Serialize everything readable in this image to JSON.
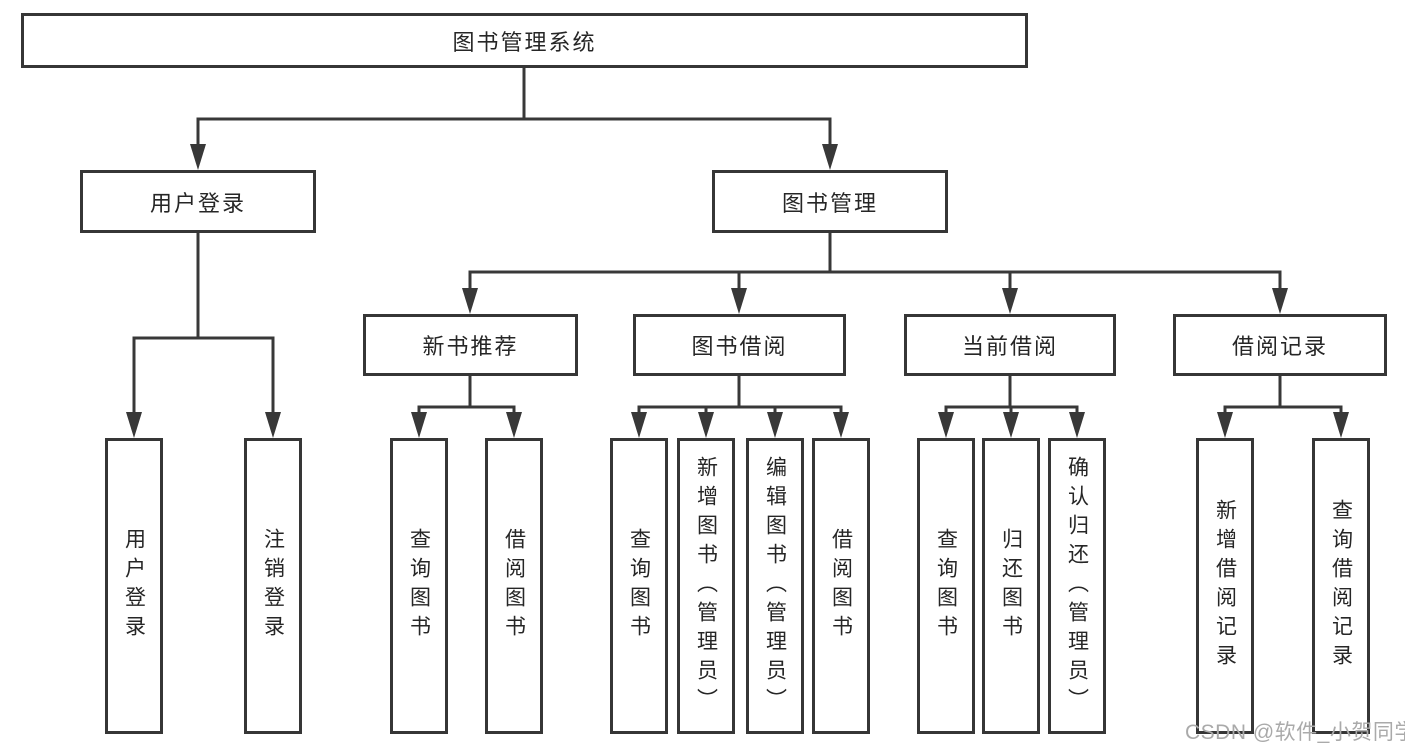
{
  "diagram": {
    "title": "图书管理系统",
    "root": {
      "label": "图书管理系统"
    },
    "level2": [
      {
        "label": "用户登录"
      },
      {
        "label": "图书管理"
      }
    ],
    "level3": [
      {
        "label": "新书推荐",
        "parent": "图书管理"
      },
      {
        "label": "图书借阅",
        "parent": "图书管理"
      },
      {
        "label": "当前借阅",
        "parent": "图书管理"
      },
      {
        "label": "借阅记录",
        "parent": "图书管理"
      }
    ],
    "leaves": [
      {
        "label": "用户登录",
        "parent": "用户登录"
      },
      {
        "label": "注销登录",
        "parent": "用户登录"
      },
      {
        "label": "查询图书",
        "parent": "新书推荐"
      },
      {
        "label": "借阅图书",
        "parent": "新书推荐"
      },
      {
        "label": "查询图书",
        "parent": "图书借阅"
      },
      {
        "label": "新增图书（管理员）",
        "parent": "图书借阅"
      },
      {
        "label": "编辑图书（管理员）",
        "parent": "图书借阅"
      },
      {
        "label": "借阅图书",
        "parent": "图书借阅"
      },
      {
        "label": "查询图书",
        "parent": "当前借阅"
      },
      {
        "label": "归还图书",
        "parent": "当前借阅"
      },
      {
        "label": "确认归还（管理员）",
        "parent": "当前借阅"
      },
      {
        "label": "新增借阅记录",
        "parent": "借阅记录"
      },
      {
        "label": "查询借阅记录",
        "parent": "借阅记录"
      }
    ]
  },
  "watermark": {
    "text": "CSDN @软件_小贺同学"
  },
  "colors": {
    "line": "#383838",
    "border": "#363636",
    "text": "#262626",
    "background": "#ffffff",
    "watermark": "#aaaaaa"
  }
}
